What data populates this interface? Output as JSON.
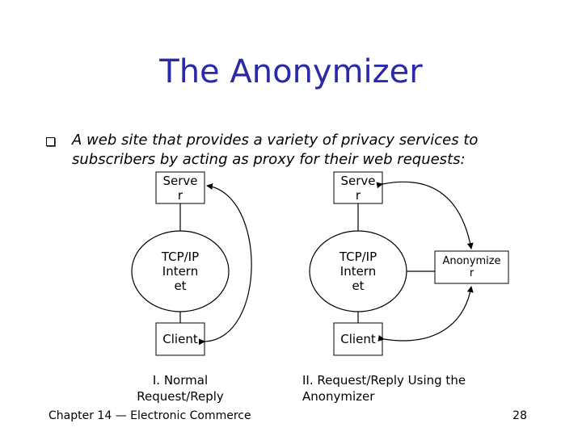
{
  "title": "The Anonymizer",
  "bullet": {
    "line1": "A web site that provides a variety of privacy services to",
    "line2": "subscribers by acting as proxy for their web requests:"
  },
  "diagram": {
    "left": {
      "server": [
        "Serve",
        "r"
      ],
      "internet": [
        "TCP/IP",
        "Intern",
        "et"
      ],
      "client": [
        "Client"
      ],
      "caption": [
        "I. Normal",
        "Request/Reply"
      ]
    },
    "right": {
      "server": [
        "Serve",
        "r"
      ],
      "internet": [
        "TCP/IP",
        "Intern",
        "et"
      ],
      "client": [
        "Client"
      ],
      "anonymizer": [
        "Anonymize",
        "r"
      ],
      "caption": [
        "II. Request/Reply Using the",
        "Anonymizer"
      ]
    }
  },
  "footer": {
    "left": "Chapter 14 — Electronic Commerce",
    "page": "28"
  }
}
